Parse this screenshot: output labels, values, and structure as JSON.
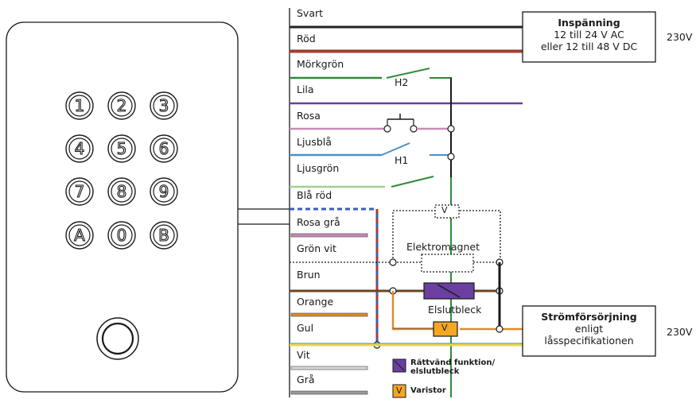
{
  "wires": [
    {
      "label": "Svart",
      "color": "#222222"
    },
    {
      "label": "Röd",
      "color": "#b5352b"
    },
    {
      "label": "Mörkgrön",
      "color": "#2e8b3a"
    },
    {
      "label": "Lila",
      "color": "#6a3fa0"
    },
    {
      "label": "Rosa",
      "color": "#c98ab7"
    },
    {
      "label": "Ljusblå",
      "color": "#4a90c8"
    },
    {
      "label": "Ljusgrön",
      "color": "#9fd18b"
    },
    {
      "label": "Blå röd",
      "color": "#3a5fb0"
    },
    {
      "label": "Rosa grå",
      "color": "#c98ab7"
    },
    {
      "label": "Grön vit",
      "color": "#4c9a4c"
    },
    {
      "label": "Brun",
      "color": "#6b4423"
    },
    {
      "label": "Orange",
      "color": "#e08a2a"
    },
    {
      "label": "Gul",
      "color": "#e6d84a"
    },
    {
      "label": "Vit",
      "color": "#d8d8d8"
    },
    {
      "label": "Grå",
      "color": "#9a9a9a"
    }
  ],
  "keypad": {
    "keys": [
      "1",
      "2",
      "3",
      "4",
      "5",
      "6",
      "7",
      "8",
      "9",
      "A",
      "0",
      "B"
    ]
  },
  "inspanning": {
    "title": "Inspänning",
    "line1": "12 till 24 V AC",
    "line2": "eller 12 till 48 V DC",
    "voltage": "230V"
  },
  "strom": {
    "title": "Strömförsörjning",
    "line1": "enligt",
    "line2": "låsspecifikationen",
    "voltage": "230V"
  },
  "labels": {
    "h2": "H2",
    "h1": "H1",
    "varistor_symbol": "V",
    "elektromagnet": "Elektromagnet",
    "elslutbleck": "Elslutbleck"
  },
  "legend": {
    "item1_line1": "Rättvänd funktion/",
    "item1_line2": "elslutbleck",
    "item2": "Varistor",
    "item2_symbol": "V"
  },
  "colors": {
    "purple": "#6a3fa0",
    "varistor": "#f5a623",
    "outline": "#1a1a1a"
  }
}
